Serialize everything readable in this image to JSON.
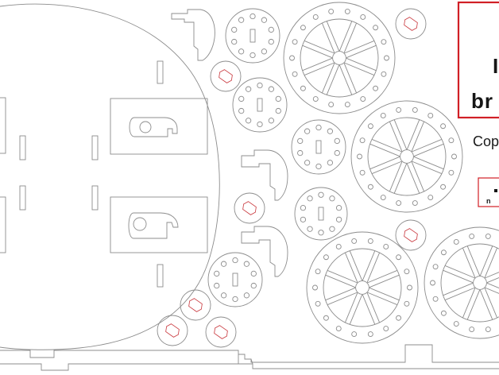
{
  "colors": {
    "background": "#ffffff",
    "cut_line": "#8c8c8c",
    "engrave_line": "#c8343a",
    "brand_red": "#d11f26"
  },
  "brand_panel": {
    "main_text": "br",
    "partial_text": "I",
    "copyright_text": "Cop",
    "badge_text": "n"
  }
}
